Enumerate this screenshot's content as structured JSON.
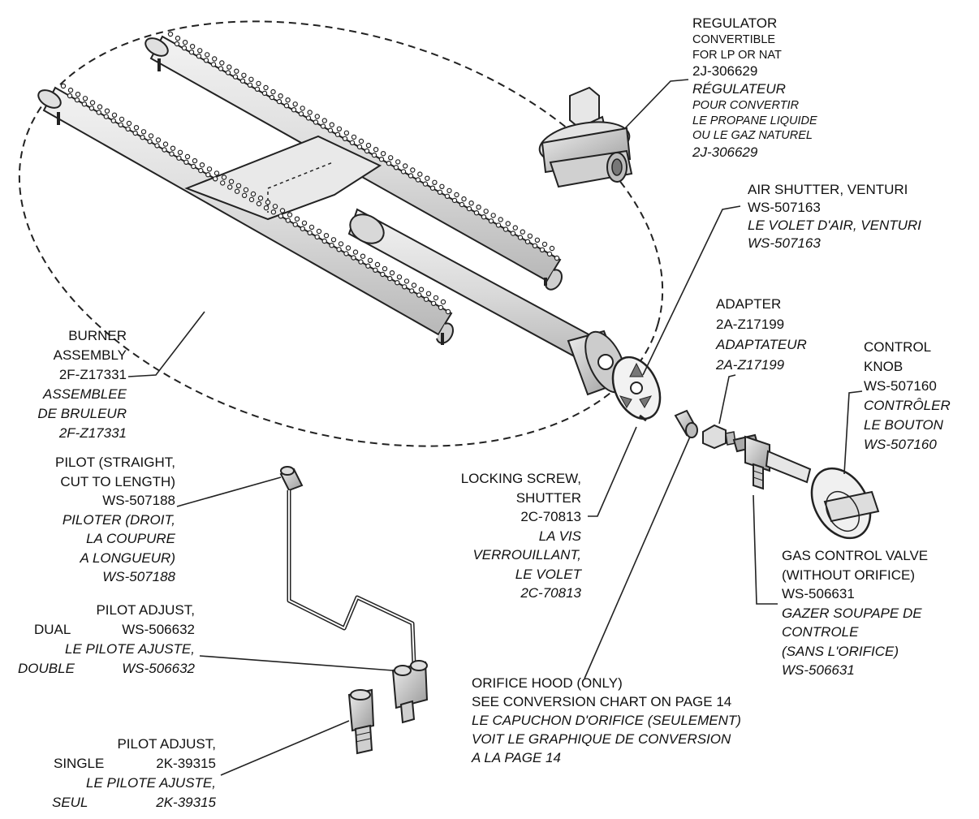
{
  "labels": {
    "regulator": {
      "en_title": "REGULATOR",
      "en_l1": "CONVERTIBLE",
      "en_l2": "FOR LP OR NAT",
      "en_part": "2J-306629",
      "fr_title": "RÉGULATEUR",
      "fr_l1": "POUR CONVERTIR",
      "fr_l2": "LE PROPANE LIQUIDE",
      "fr_l3": "OU LE GAZ NATUREL",
      "fr_part": "2J-306629"
    },
    "air_shutter": {
      "en_title": "AIR SHUTTER, VENTURI",
      "en_part": "WS-507163",
      "fr_title": "LE VOLET D'AIR, VENTURI",
      "fr_part": "WS-507163"
    },
    "adapter": {
      "en_title": "ADAPTER",
      "en_part": "2A-Z17199",
      "fr_title": "ADAPTATEUR",
      "fr_part": "2A-Z17199"
    },
    "control_knob": {
      "en_l1": "CONTROL",
      "en_l2": "KNOB",
      "en_part": "WS-507160",
      "fr_l1": "CONTRÔLER",
      "fr_l2": "LE BOUTON",
      "fr_part": "WS-507160"
    },
    "burner": {
      "en_l1": "BURNER",
      "en_l2": "ASSEMBLY",
      "en_part": "2F-Z17331",
      "fr_l1": "ASSEMBLEE",
      "fr_l2": "DE BRULEUR",
      "fr_part": "2F-Z17331"
    },
    "pilot_straight": {
      "en_l1": "PILOT (STRAIGHT,",
      "en_l2": "CUT TO LENGTH)",
      "en_part": "WS-507188",
      "fr_l1": "PILOTER (DROIT,",
      "fr_l2": "LA COUPURE",
      "fr_l3": "A LONGUEUR)",
      "fr_part": "WS-507188"
    },
    "locking_screw": {
      "en_l1": "LOCKING SCREW,",
      "en_l2": "SHUTTER",
      "en_part": "2C-70813",
      "fr_l1": "LA VIS",
      "fr_l2": "VERROUILLANT,",
      "fr_l3": "LE VOLET",
      "fr_part": "2C-70813"
    },
    "gas_valve": {
      "en_l1": "GAS CONTROL VALVE",
      "en_l2": "(WITHOUT ORIFICE)",
      "en_part": "WS-506631",
      "fr_l1": "GAZER SOUPAPE DE",
      "fr_l2": "CONTROLE",
      "fr_l3": "(SANS L'ORIFICE)",
      "fr_part": "WS-506631"
    },
    "pilot_dual": {
      "en_l1": "PILOT ADJUST,",
      "en_l2": "DUAL",
      "en_part": "WS-506632",
      "fr_l1": "LE PILOTE AJUSTE,",
      "fr_l2": "DOUBLE",
      "fr_part": "WS-506632"
    },
    "orifice_hood": {
      "en_l1": "ORIFICE HOOD (ONLY)",
      "en_l2": "SEE CONVERSION CHART ON PAGE 14",
      "fr_l1": "LE CAPUCHON D'ORIFICE (SEULEMENT)",
      "fr_l2": "VOIT LE GRAPHIQUE DE CONVERSION",
      "fr_l3": "A LA PAGE 14"
    },
    "pilot_single": {
      "en_l1": "PILOT ADJUST,",
      "en_l2": "SINGLE",
      "en_part": "2K-39315",
      "fr_l1": "LE PILOTE AJUSTE,",
      "fr_l2": "SEUL",
      "fr_part": "2K-39315"
    }
  }
}
